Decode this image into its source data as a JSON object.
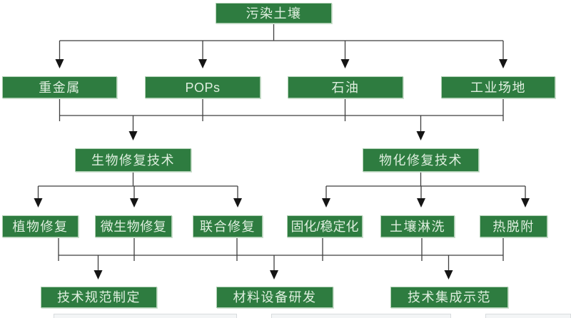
{
  "nodes": {
    "root": {
      "label": "污染土壤"
    },
    "level2": [
      {
        "label": "重金属"
      },
      {
        "label": "POPs"
      },
      {
        "label": "石油"
      },
      {
        "label": "工业场地"
      }
    ],
    "level3": [
      {
        "label": "生物修复技术"
      },
      {
        "label": "物化修复技术"
      }
    ],
    "level4_bio": [
      {
        "label": "植物修复"
      },
      {
        "label": "微生物修复"
      },
      {
        "label": "联合修复"
      }
    ],
    "level4_physchem": [
      {
        "label": "固化/稳定化"
      },
      {
        "label": "土壤淋洗"
      },
      {
        "label": "热脱附"
      }
    ],
    "level5": [
      {
        "label": "技术规范制定"
      },
      {
        "label": "材料设备研发"
      },
      {
        "label": "技术集成示范"
      }
    ]
  },
  "colors": {
    "node_fill": "#2E7C40",
    "node_border": "#AECFB2",
    "node_text": "#DFEFDF",
    "line": "#3F3F3F",
    "arrowhead": "#151515"
  }
}
